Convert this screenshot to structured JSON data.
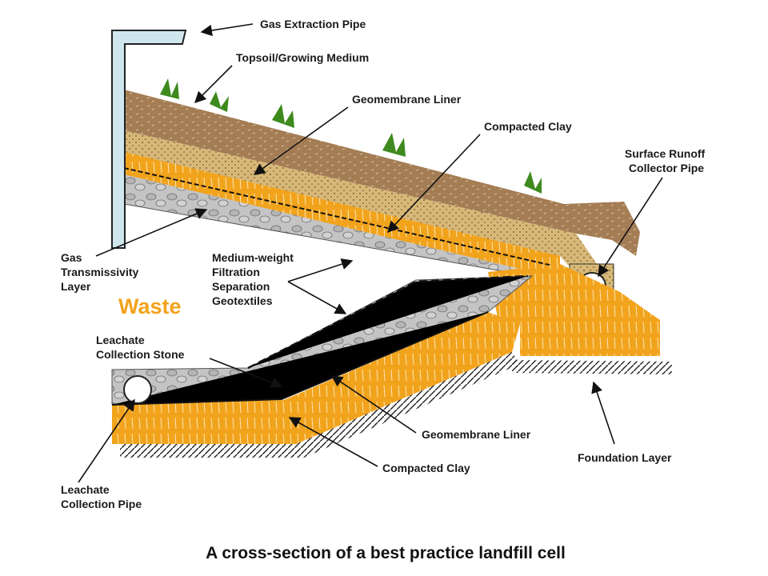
{
  "caption": "A cross-section of a best practice landfill cell",
  "waste_label": "Waste",
  "labels": {
    "gas_extraction_pipe": "Gas Extraction Pipe",
    "topsoil": "Topsoil/Growing Medium",
    "geomembrane_top": "Geomembrane Liner",
    "compacted_clay_top": "Compacted Clay",
    "surface_runoff": [
      "Surface Runoff",
      "Collector Pipe"
    ],
    "gas_transmissivity": [
      "Gas",
      "Transmissivity",
      "Layer"
    ],
    "geotextiles": [
      "Medium-weight",
      "Filtration",
      "Separation",
      "Geotextiles"
    ],
    "leachate_stone": [
      "Leachate",
      "Collection Stone"
    ],
    "geomembrane_bottom": "Geomembrane Liner",
    "compacted_clay_bottom": "Compacted Clay",
    "foundation": "Foundation Layer",
    "leachate_pipe": [
      "Leachate",
      "Collection Pipe"
    ]
  },
  "colors": {
    "topsoil": "#a47d55",
    "sand": "#d7b878",
    "clay": "#f2a31c",
    "stone": "#c4c4c4",
    "pipe": "#cfe6ee",
    "waste_text": "#f2a31c"
  }
}
